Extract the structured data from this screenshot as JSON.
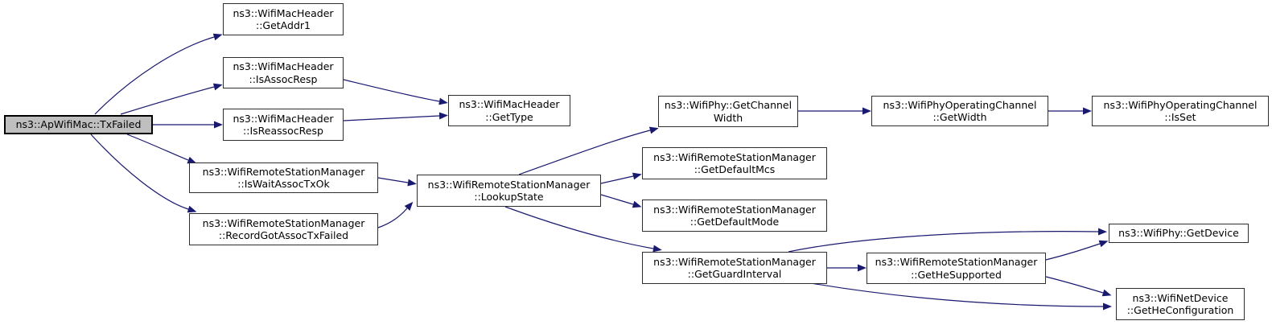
{
  "diagram": {
    "type": "call-graph",
    "tool": "doxygen-style",
    "root": "ns3::ApWifiMac::TxFailed",
    "colors": {
      "background": "#ffffff",
      "edge": "#191970",
      "node_border": "#2e2e2e",
      "node_fill": "#ffffff",
      "root_fill": "#bfbfbf",
      "text": "#000000"
    },
    "nodes": {
      "txfailed": {
        "label": "ns3::ApWifiMac::TxFailed"
      },
      "get_addr1": {
        "label": "ns3::WifiMacHeader\n::GetAddr1"
      },
      "is_assoc_resp": {
        "label": "ns3::WifiMacHeader\n::IsAssocResp"
      },
      "is_reassoc_resp": {
        "label": "ns3::WifiMacHeader\n::IsReassocResp"
      },
      "get_type": {
        "label": "ns3::WifiMacHeader\n::GetType"
      },
      "is_wait_assoc_tx_ok": {
        "label": "ns3::WifiRemoteStationManager\n::IsWaitAssocTxOk"
      },
      "record_got_assoc": {
        "label": "ns3::WifiRemoteStationManager\n::RecordGotAssocTxFailed"
      },
      "lookup_state": {
        "label": "ns3::WifiRemoteStationManager\n::LookupState"
      },
      "get_channel_width": {
        "label": "ns3::WifiPhy::GetChannel\nWidth"
      },
      "get_default_mcs": {
        "label": "ns3::WifiRemoteStationManager\n::GetDefaultMcs"
      },
      "get_default_mode": {
        "label": "ns3::WifiRemoteStationManager\n::GetDefaultMode"
      },
      "get_guard_interval": {
        "label": "ns3::WifiRemoteStationManager\n::GetGuardInterval"
      },
      "op_get_width": {
        "label": "ns3::WifiPhyOperatingChannel\n::GetWidth"
      },
      "op_is_set": {
        "label": "ns3::WifiPhyOperatingChannel\n::IsSet"
      },
      "get_he_supported": {
        "label": "ns3::WifiRemoteStationManager\n::GetHeSupported"
      },
      "get_device": {
        "label": "ns3::WifiPhy::GetDevice"
      },
      "get_he_config": {
        "label": "ns3::WifiNetDevice\n::GetHeConfiguration"
      }
    },
    "edges": [
      {
        "from": "txfailed",
        "to": "get_addr1"
      },
      {
        "from": "txfailed",
        "to": "is_assoc_resp"
      },
      {
        "from": "txfailed",
        "to": "is_reassoc_resp"
      },
      {
        "from": "txfailed",
        "to": "is_wait_assoc_tx_ok"
      },
      {
        "from": "txfailed",
        "to": "record_got_assoc"
      },
      {
        "from": "is_assoc_resp",
        "to": "get_type"
      },
      {
        "from": "is_reassoc_resp",
        "to": "get_type"
      },
      {
        "from": "is_wait_assoc_tx_ok",
        "to": "lookup_state"
      },
      {
        "from": "record_got_assoc",
        "to": "lookup_state"
      },
      {
        "from": "lookup_state",
        "to": "get_channel_width"
      },
      {
        "from": "lookup_state",
        "to": "get_default_mcs"
      },
      {
        "from": "lookup_state",
        "to": "get_default_mode"
      },
      {
        "from": "lookup_state",
        "to": "get_guard_interval"
      },
      {
        "from": "get_channel_width",
        "to": "op_get_width"
      },
      {
        "from": "op_get_width",
        "to": "op_is_set"
      },
      {
        "from": "get_guard_interval",
        "to": "get_he_supported"
      },
      {
        "from": "get_guard_interval",
        "to": "get_device"
      },
      {
        "from": "get_guard_interval",
        "to": "get_he_config"
      },
      {
        "from": "get_he_supported",
        "to": "get_device"
      },
      {
        "from": "get_he_supported",
        "to": "get_he_config"
      }
    ]
  }
}
